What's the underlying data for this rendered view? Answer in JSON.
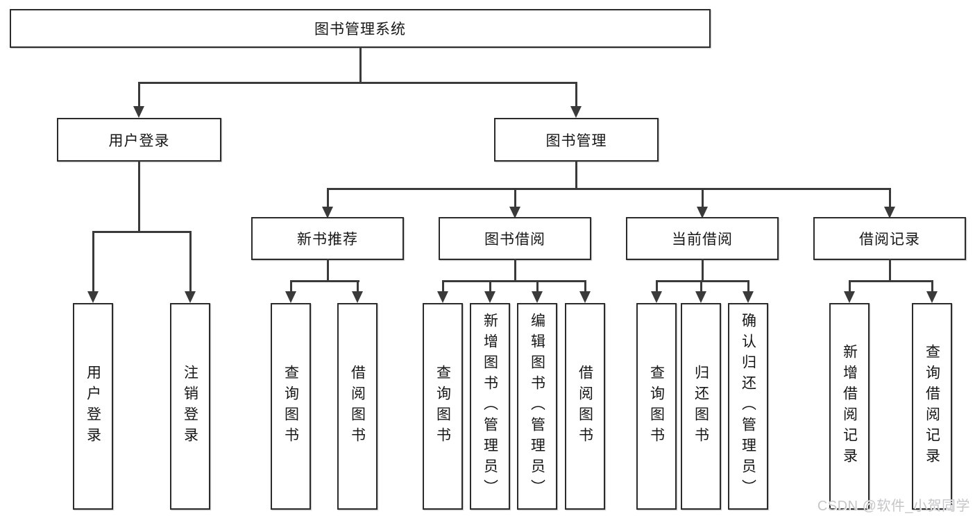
{
  "diagram": {
    "type": "tree",
    "root": {
      "label": "图书管理系统"
    },
    "level2": [
      {
        "label": "用户登录"
      },
      {
        "label": "图书管理"
      }
    ],
    "level3": [
      {
        "label": "新书推荐",
        "parent": "图书管理"
      },
      {
        "label": "图书借阅",
        "parent": "图书管理"
      },
      {
        "label": "当前借阅",
        "parent": "图书管理"
      },
      {
        "label": "借阅记录",
        "parent": "图书管理"
      }
    ],
    "leaves": [
      {
        "label": "用户登录",
        "parent": "用户登录"
      },
      {
        "label": "注销登录",
        "parent": "用户登录"
      },
      {
        "label": "查询图书",
        "parent": "新书推荐"
      },
      {
        "label": "借阅图书",
        "parent": "新书推荐"
      },
      {
        "label": "查询图书",
        "parent": "图书借阅"
      },
      {
        "label": "新增图书（管理员）",
        "parent": "图书借阅"
      },
      {
        "label": "编辑图书（管理员）",
        "parent": "图书借阅"
      },
      {
        "label": "借阅图书",
        "parent": "图书借阅"
      },
      {
        "label": "查询图书",
        "parent": "当前借阅"
      },
      {
        "label": "归还图书",
        "parent": "当前借阅"
      },
      {
        "label": "确认归还（管理员）",
        "parent": "当前借阅"
      },
      {
        "label": "新增借阅记录",
        "parent": "借阅记录"
      },
      {
        "label": "查询借阅记录",
        "parent": "借阅记录"
      }
    ]
  },
  "watermark": {
    "text": "CSDN @软件_小贺同学"
  },
  "colors": {
    "background": "#ffffff",
    "box_fill": "#ffffff",
    "box_border": "#2b2b2b",
    "line": "#3a3a3a",
    "text": "#161616",
    "watermark": "#c6c6c8"
  }
}
